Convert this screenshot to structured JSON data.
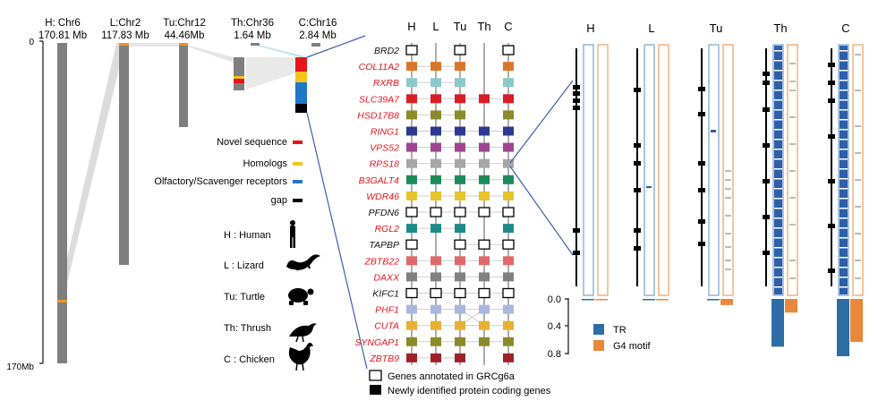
{
  "species_panel": {
    "chromosomes": [
      {
        "id": "H",
        "label": "H: Chr6",
        "size": "170.81 Mb",
        "length_mb": 170.81,
        "mapped_mb": [
          0,
          170
        ],
        "orange_at_mb": [
          138
        ]
      },
      {
        "id": "L",
        "label": "L:Chr2",
        "size": "117.83 Mb",
        "length_mb": 117.83,
        "mapped_mb": [
          0,
          117.83
        ],
        "orange_at_mb": [
          0
        ]
      },
      {
        "id": "Tu",
        "label": "Tu:Chr12",
        "size": "44.46Mb",
        "length_mb": 44.46,
        "mapped_mb": [
          0,
          44.46
        ],
        "orange_at_mb": [
          0
        ]
      },
      {
        "id": "Th",
        "label": "Th:Chr36",
        "size": "1.64 Mb",
        "length_mb": 1.64,
        "mapped_mb": [
          0,
          1.64
        ]
      },
      {
        "id": "C",
        "label": "C:Chr16",
        "size": "2.84 Mb",
        "length_mb": 2.84,
        "mapped_mb": [
          0,
          2.84
        ]
      }
    ],
    "scale_top": "0",
    "scale_bottom": "170Mb",
    "legend": [
      {
        "label": "Novel sequence",
        "color": "#e8141c"
      },
      {
        "label": "Homologs",
        "color": "#f5c418"
      },
      {
        "label": "Olfactory/Scavenger receptors",
        "color": "#1f77c8"
      },
      {
        "label": "gap",
        "color": "#000000"
      }
    ],
    "species_key": [
      {
        "code": "H : Human",
        "icon": "human-silhouette"
      },
      {
        "code": "L : Lizard",
        "icon": "lizard-silhouette"
      },
      {
        "code": "Tu: Turtle",
        "icon": "turtle-silhouette"
      },
      {
        "code": "Th: Thrush",
        "icon": "thrush-silhouette"
      },
      {
        "code": "C : Chicken",
        "icon": "chicken-silhouette"
      }
    ]
  },
  "synteny_panel": {
    "columns": [
      "H",
      "L",
      "Tu",
      "Th",
      "C"
    ],
    "genes": [
      {
        "name": "BRD2",
        "color": "#111111",
        "fill": "#ffffff",
        "present": [
          1,
          0,
          1,
          0,
          1
        ]
      },
      {
        "name": "COL11A2",
        "color": "#e8141c",
        "fill": "#d9782a",
        "present": [
          1,
          1,
          1,
          0,
          1
        ]
      },
      {
        "name": "RXRB",
        "color": "#e8141c",
        "fill": "#8cc9cc",
        "present": [
          1,
          1,
          1,
          0,
          1
        ]
      },
      {
        "name": "SLC39A7",
        "color": "#e8141c",
        "fill": "#d81f26",
        "present": [
          1,
          1,
          1,
          1,
          1
        ]
      },
      {
        "name": "HSD17B8",
        "color": "#e8141c",
        "fill": "#8b8b2c",
        "present": [
          1,
          1,
          1,
          0,
          1
        ]
      },
      {
        "name": "RING1",
        "color": "#e8141c",
        "fill": "#2b3a8f",
        "present": [
          1,
          1,
          1,
          1,
          1
        ]
      },
      {
        "name": "VPS52",
        "color": "#e8141c",
        "fill": "#a0458f",
        "present": [
          1,
          1,
          1,
          1,
          1
        ]
      },
      {
        "name": "RPS18",
        "color": "#e8141c",
        "fill": "#a6a6a6",
        "present": [
          1,
          1,
          1,
          1,
          1
        ]
      },
      {
        "name": "B3GALT4",
        "color": "#e8141c",
        "fill": "#1d8a5a",
        "present": [
          1,
          1,
          1,
          1,
          1
        ]
      },
      {
        "name": "WDR46",
        "color": "#e8141c",
        "fill": "#e6c42c",
        "present": [
          1,
          1,
          1,
          1,
          1
        ]
      },
      {
        "name": "PFDN6",
        "color": "#111111",
        "fill": "#ffffff",
        "present": [
          1,
          1,
          1,
          1,
          1
        ]
      },
      {
        "name": "RGL2",
        "color": "#e8141c",
        "fill": "#1f8a8a",
        "present": [
          1,
          1,
          1,
          0,
          1
        ]
      },
      {
        "name": "TAPBP",
        "color": "#111111",
        "fill": "#ffffff",
        "present": [
          1,
          0,
          1,
          1,
          1
        ]
      },
      {
        "name": "ZBTB22",
        "color": "#e8141c",
        "fill": "#e06a6a",
        "present": [
          1,
          1,
          1,
          1,
          1
        ]
      },
      {
        "name": "DAXX",
        "color": "#e8141c",
        "fill": "#808080",
        "present": [
          1,
          1,
          1,
          1,
          1
        ]
      },
      {
        "name": "KIFC1",
        "color": "#111111",
        "fill": "#ffffff",
        "present": [
          1,
          1,
          1,
          1,
          1
        ]
      },
      {
        "name": "PHF1",
        "color": "#e8141c",
        "fill": "#a9b8de",
        "present": [
          1,
          1,
          1,
          1,
          1
        ]
      },
      {
        "name": "CUTA",
        "color": "#e8141c",
        "fill": "#e8b030",
        "present": [
          1,
          1,
          1,
          1,
          1
        ]
      },
      {
        "name": "SYNGAP1",
        "color": "#e8141c",
        "fill": "#8b8b2c",
        "present": [
          1,
          1,
          1,
          1,
          1
        ]
      },
      {
        "name": "ZBTB9",
        "color": "#e8141c",
        "fill": "#a02228",
        "present": [
          1,
          1,
          1,
          0,
          1
        ]
      }
    ],
    "annot_legend": [
      {
        "label": "Genes annotated in GRCg6a",
        "style": "open"
      },
      {
        "label": "Newly identified protein coding genes",
        "style": "filled"
      }
    ]
  },
  "density_panel": {
    "columns": [
      "H",
      "L",
      "Tu",
      "Th",
      "C"
    ],
    "axis_ticks": [
      "0.0",
      "0.4",
      "0.8"
    ],
    "legend": [
      {
        "label": "TR",
        "color": "#2e6da4"
      },
      {
        "label": "G4 motif",
        "color": "#e8883a"
      }
    ]
  },
  "chart_data": {
    "type": "bar",
    "categories": [
      "H",
      "L",
      "Tu",
      "Th",
      "C"
    ],
    "series": [
      {
        "name": "TR",
        "values": [
          0.01,
          0.0,
          0.02,
          0.7,
          0.84
        ]
      },
      {
        "name": "G4 motif",
        "values": [
          0.01,
          0.01,
          0.09,
          0.2,
          0.63
        ]
      }
    ],
    "ylim": [
      0,
      0.8
    ],
    "colors": {
      "TR": "#2e6da4",
      "G4 motif": "#e8883a"
    }
  }
}
